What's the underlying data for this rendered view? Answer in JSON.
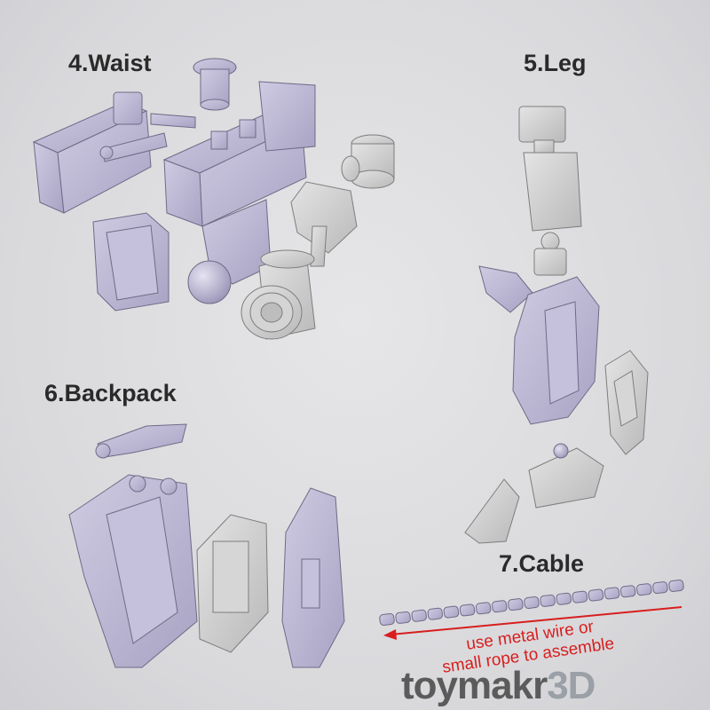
{
  "labels": {
    "waist": "4.Waist",
    "leg": "5.Leg",
    "backpack": "6.Backpack",
    "cable": "7.Cable"
  },
  "note": {
    "line1": "use metal wire or",
    "line2": "small rope to assemble"
  },
  "brand": {
    "part1": "toymakr",
    "part2": "3D"
  },
  "colors": {
    "part_fill": "#b8b3cf",
    "part_stroke": "#6f6a86",
    "grey_part": "#cdcdcd",
    "note_red": "#d81e1e"
  }
}
